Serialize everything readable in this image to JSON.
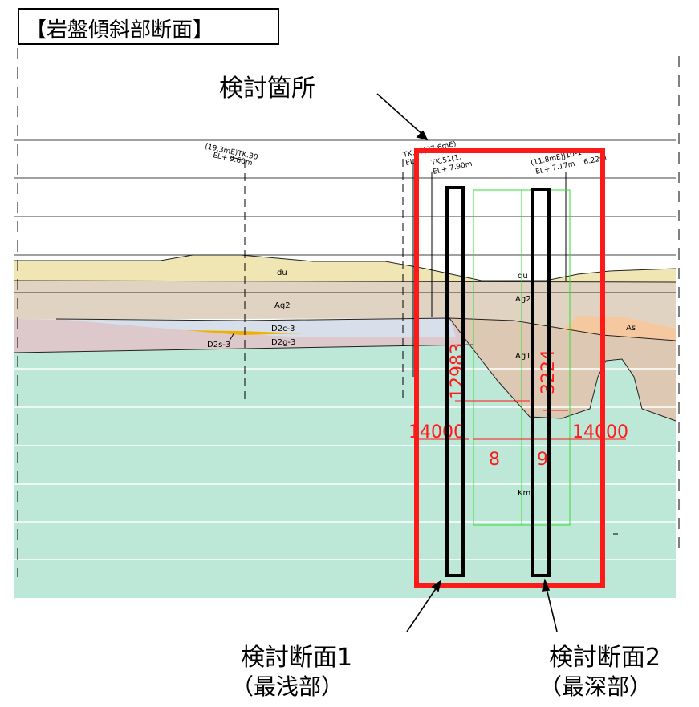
{
  "title": "【岩盤傾斜部断面】",
  "callout_label": "検討箇所",
  "section1": {
    "label": "検討断面1",
    "sub": "（最浅部）"
  },
  "section2": {
    "label": "検討断面2",
    "sub": "（最深部）"
  },
  "boreholes": {
    "tk30": {
      "name": "(19.3mE)TK.30",
      "el": "EL+ 9.60m"
    },
    "tk28": {
      "name": "TK.28(37.6mE)",
      "el": "EL+"
    },
    "tk51": {
      "name": "TK.51(1.",
      "el": "EL+ 7.90m"
    },
    "j10": {
      "name": "(11.8mE)J10-1",
      "el": "EL+ 7.17m",
      "extra": "6.22m"
    }
  },
  "layers": {
    "du": "du",
    "ag2": "Ag2",
    "d2c3": "D2c-3",
    "d2g3": "D2g-3",
    "d2s3": "D2s-3",
    "ag1": "Ag1",
    "as": "As",
    "km": "Km"
  },
  "dimensions": {
    "left_width": "14000",
    "right_width": "14000",
    "depth1": "12983",
    "depth2": "3224",
    "gap_left": "8",
    "gap_right": "9"
  },
  "colors": {
    "du": "#efe6b4",
    "ag2": "#e1d3c1",
    "d2c3": "#d7e0ea",
    "d2g3": "#ddc8cc",
    "km": "#bde7d6",
    "ag1": "#ddc8b4",
    "as": "#f5c8a0",
    "highlight": "#ff1a1a",
    "guide": "#33dd33"
  }
}
